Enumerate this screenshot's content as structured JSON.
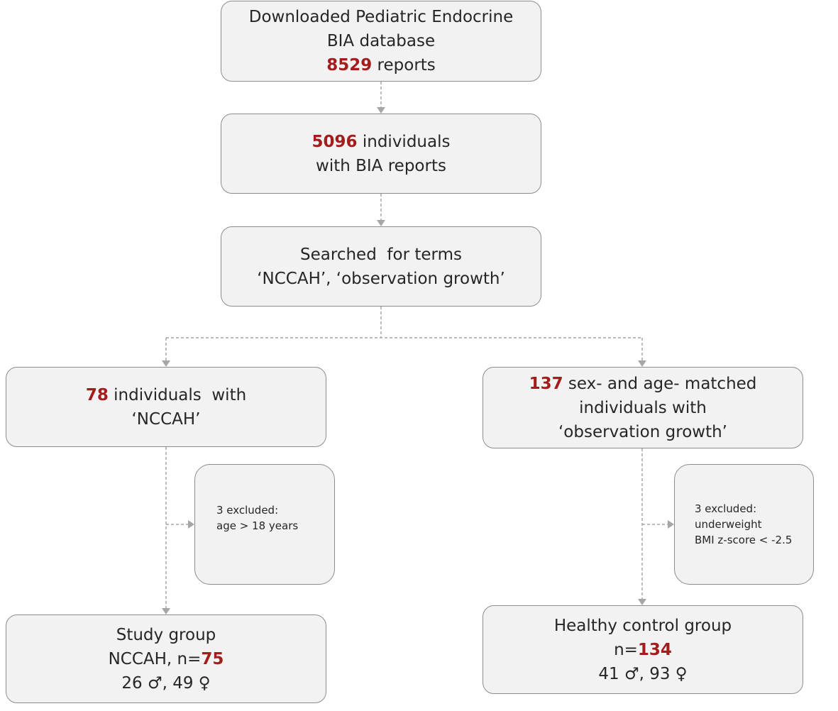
{
  "colors": {
    "highlight": "#a31d1d",
    "box_fill": "#f2f2f2",
    "box_border": "#8c8c8c",
    "connector": "#a6a6a6"
  },
  "nodes": {
    "database": {
      "line1": "Downloaded Pediatric Endocrine",
      "line2": "BIA database",
      "count": "8529",
      "line3_suffix": " reports"
    },
    "individuals": {
      "count": "5096",
      "line1_suffix": " individuals",
      "line2": "with BIA reports"
    },
    "search": {
      "line1": "Searched  for terms",
      "line2": "‘NCCAH’, ‘observation growth’"
    },
    "nccah": {
      "count": "78",
      "line1_suffix": " individuals  with",
      "line2": "‘NCCAH’"
    },
    "matched": {
      "count": "137",
      "line1_suffix": " sex- and age- matched",
      "line2": "individuals with",
      "line3": "‘observation growth’"
    },
    "excluded_left": {
      "line1": "3 excluded:",
      "line2": "age > 18 years"
    },
    "excluded_right": {
      "line1": "3 excluded:",
      "line2": "underweight",
      "line3": "BMI z-score < -2.5"
    },
    "study_group": {
      "line1": "Study group",
      "line2_prefix": "NCCAH, n=",
      "count": "75",
      "line3": "26 ♂, 49 ♀"
    },
    "control_group": {
      "line1": "Healthy control group",
      "line2_prefix": "n=",
      "count": "134",
      "line3": "41 ♂, 93 ♀"
    }
  }
}
